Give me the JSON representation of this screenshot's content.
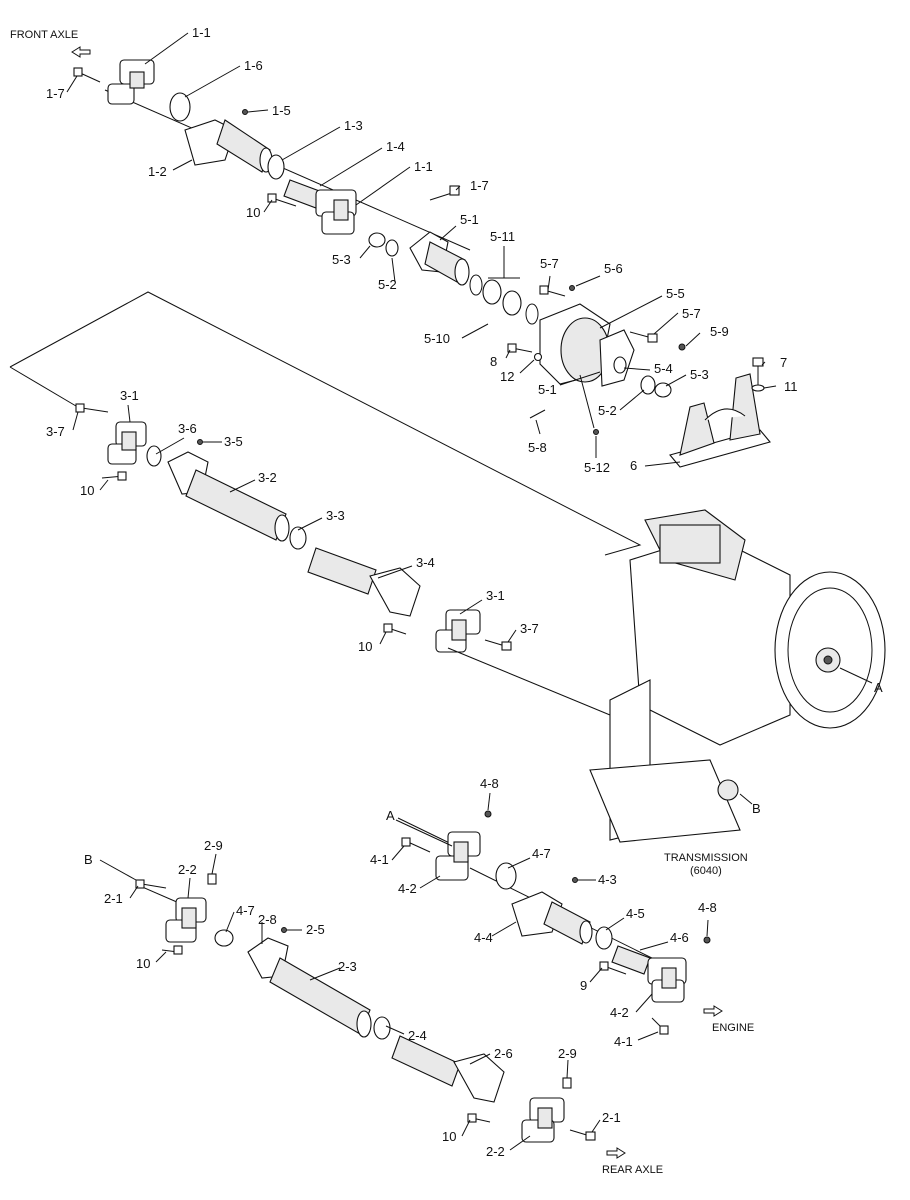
{
  "captions": {
    "front_axle": "FRONT AXLE",
    "engine": "ENGINE",
    "rear_axle": "REAR AXLE",
    "transmission_line1": "TRANSMISSION",
    "transmission_line2": "(6040)"
  },
  "callouts": {
    "c_1_1a": "1-1",
    "c_1_6": "1-6",
    "c_1_7a": "1-7",
    "c_1_5": "1-5",
    "c_1_3": "1-3",
    "c_1_4": "1-4",
    "c_1_1b": "1-1",
    "c_1_2": "1-2",
    "c_1_7b": "1-7",
    "c_10a": "10",
    "c_5_1a": "5-1",
    "c_5_11": "5-11",
    "c_5_3a": "5-3",
    "c_5_2a": "5-2",
    "c_5_7a": "5-7",
    "c_5_6": "5-6",
    "c_5_5": "5-5",
    "c_5_7b": "5-7",
    "c_5_9": "5-9",
    "c_5_10": "5-10",
    "c_8": "8",
    "c_12": "12",
    "c_5_4": "5-4",
    "c_5_1b": "5-1",
    "c_5_3b": "5-3",
    "c_5_2b": "5-2",
    "c_7": "7",
    "c_11": "11",
    "c_5_8": "5-8",
    "c_5_12": "5-12",
    "c_6": "6",
    "c_3_1a": "3-1",
    "c_3_7a": "3-7",
    "c_3_6": "3-6",
    "c_3_5": "3-5",
    "c_10b": "10",
    "c_3_2": "3-2",
    "c_3_3": "3-3",
    "c_3_4": "3-4",
    "c_3_1b": "3-1",
    "c_3_7b": "3-7",
    "c_10c": "10",
    "c_A1": "A",
    "c_B1": "B",
    "c_4_8a": "4-8",
    "c_A2": "A",
    "c_4_7a": "4-7",
    "c_4_1a": "4-1",
    "c_4_3": "4-3",
    "c_4_2a": "4-2",
    "c_4_5": "4-5",
    "c_4_4": "4-4",
    "c_4_8b": "4-8",
    "c_4_6": "4-6",
    "c_9": "9",
    "c_4_2b": "4-2",
    "c_4_1b": "4-1",
    "c_B2": "B",
    "c_2_9a": "2-9",
    "c_2_2a": "2-2",
    "c_2_1a": "2-1",
    "c_4_7b": "4-7",
    "c_2_8": "2-8",
    "c_2_5": "2-5",
    "c_10d": "10",
    "c_2_3": "2-3",
    "c_2_4": "2-4",
    "c_2_6": "2-6",
    "c_2_9b": "2-9",
    "c_2_1b": "2-1",
    "c_10e": "10",
    "c_2_2b": "2-2"
  }
}
